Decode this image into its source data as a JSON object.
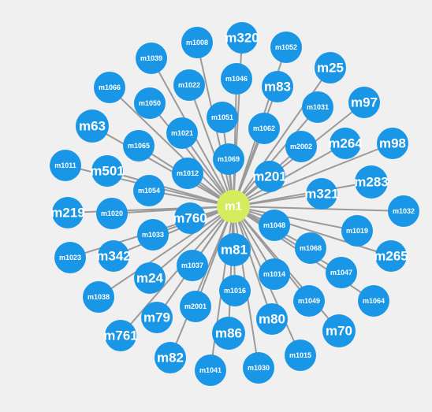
{
  "graph": {
    "center": {
      "label": "m1",
      "color": "#d4ec5e"
    },
    "node_color": "#1a96e6",
    "edge_color": "#9a9a9a",
    "nodes": [
      "m1008",
      "m320",
      "m1052",
      "m1039",
      "m25",
      "m1046",
      "m1066",
      "m1022",
      "m83",
      "m1050",
      "m1031",
      "m97",
      "m1051",
      "m63",
      "m1062",
      "m1021",
      "m1065",
      "m2002",
      "m264",
      "m98",
      "m1069",
      "m1011",
      "m501",
      "m1012",
      "m201",
      "m283",
      "m1054",
      "m321",
      "m219",
      "m1020",
      "m760",
      "m1032",
      "m1048",
      "m1019",
      "m1033",
      "m1068",
      "m81",
      "m1023",
      "m342",
      "m265",
      "m1037",
      "m1047",
      "m1014",
      "m24",
      "m1038",
      "m1016",
      "m1064",
      "m1049",
      "m79",
      "m2001",
      "m80",
      "m70",
      "m761",
      "m86",
      "m1015",
      "m82",
      "m1041",
      "m1030"
    ]
  }
}
